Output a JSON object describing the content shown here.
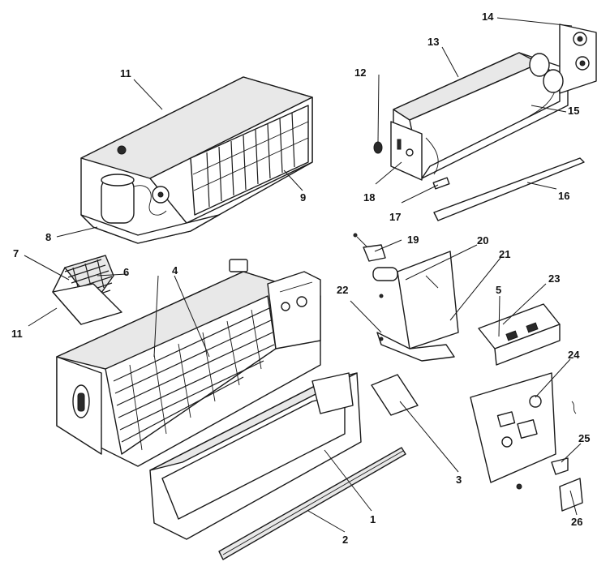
{
  "callouts": [
    {
      "id": "1",
      "text": "1"
    },
    {
      "id": "2",
      "text": "2"
    },
    {
      "id": "3",
      "text": "3"
    },
    {
      "id": "4",
      "text": "4"
    },
    {
      "id": "5",
      "text": "5"
    },
    {
      "id": "6",
      "text": "6"
    },
    {
      "id": "7",
      "text": "7"
    },
    {
      "id": "8",
      "text": "8"
    },
    {
      "id": "9",
      "text": "9"
    },
    {
      "id": "11a",
      "text": "11"
    },
    {
      "id": "11b",
      "text": "11"
    },
    {
      "id": "12",
      "text": "12"
    },
    {
      "id": "13",
      "text": "13"
    },
    {
      "id": "14",
      "text": "14"
    },
    {
      "id": "15",
      "text": "15"
    },
    {
      "id": "16",
      "text": "16"
    },
    {
      "id": "17",
      "text": "17"
    },
    {
      "id": "18",
      "text": "18"
    },
    {
      "id": "19",
      "text": "19"
    },
    {
      "id": "20",
      "text": "20"
    },
    {
      "id": "21",
      "text": "21"
    },
    {
      "id": "22",
      "text": "22"
    },
    {
      "id": "23",
      "text": "23"
    },
    {
      "id": "24",
      "text": "24"
    },
    {
      "id": "25",
      "text": "25"
    },
    {
      "id": "26",
      "text": "26"
    }
  ]
}
